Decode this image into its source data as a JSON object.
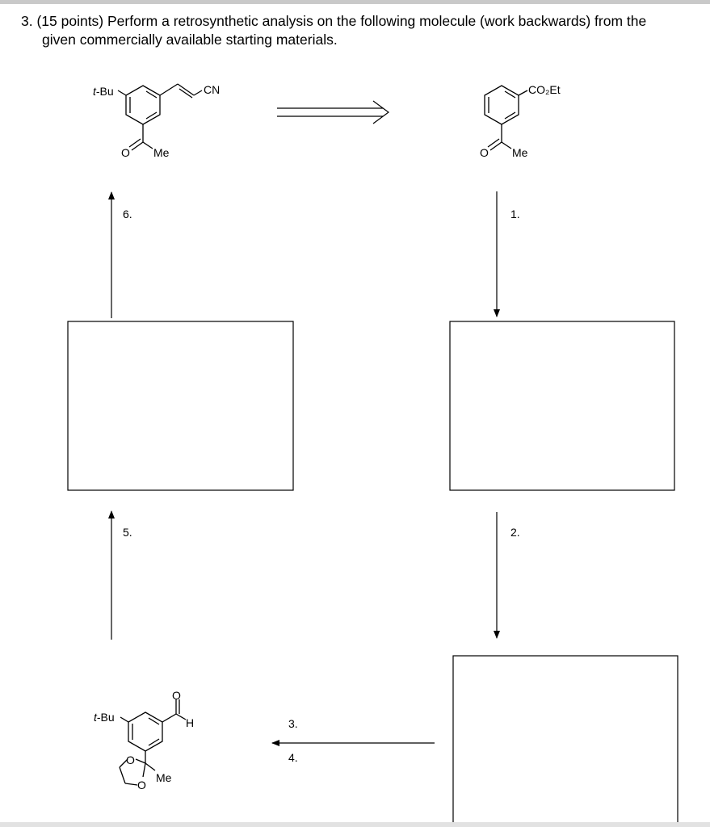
{
  "question": {
    "line1": "3. (15 points) Perform a retrosynthetic analysis on the following molecule (work backwards) from the",
    "line2": "given commercially available starting materials."
  },
  "target_molecule": {
    "tbu_label": "t-Bu",
    "cn_label": "CN",
    "o_label": "O",
    "me_label": "Me"
  },
  "start_ester": {
    "co2et_label": "CO₂Et",
    "o_label": "O",
    "me_label": "Me"
  },
  "start_aldehyde": {
    "tbu_label": "t-Bu",
    "o_label": "O",
    "h_label": "H",
    "ring_o1_label": "O",
    "ring_o2_label": "O",
    "me_label": "Me"
  },
  "steps": [
    "1.",
    "2.",
    "3.",
    "4.",
    "5.",
    "6."
  ]
}
